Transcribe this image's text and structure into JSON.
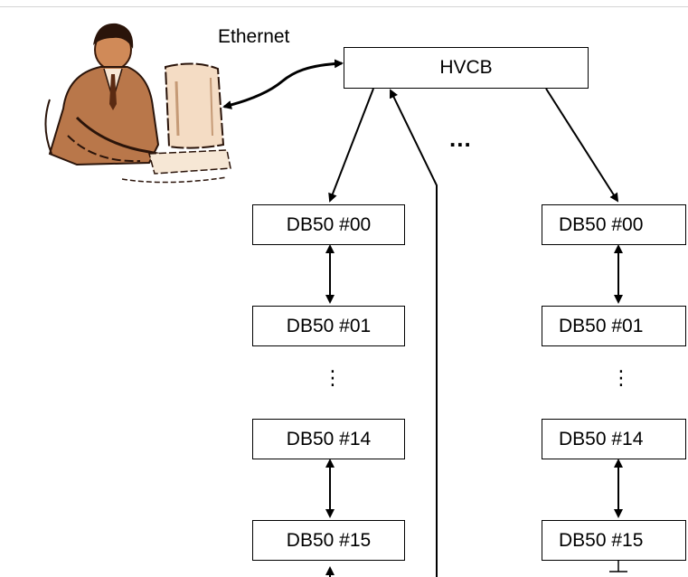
{
  "diagram": {
    "ethernet_label": "Ethernet",
    "controller_label": "HVCB",
    "ellipsis_between_chains": "...",
    "vertical_ellipsis": "⋮",
    "left_chain": {
      "nodes": [
        "DB50 #00",
        "DB50 #01",
        "DB50 #14",
        "DB50 #15"
      ]
    },
    "right_chain": {
      "nodes": [
        "DB50 #00",
        "DB50 #01",
        "DB50 #14",
        "DB50 #15"
      ]
    },
    "operator_icon": "operator-at-computer-icon",
    "colors": {
      "line": "#000000",
      "box_border": "#000000",
      "clipart_skin": "#b9774a",
      "clipart_monitor": "#f4dcc4"
    }
  }
}
